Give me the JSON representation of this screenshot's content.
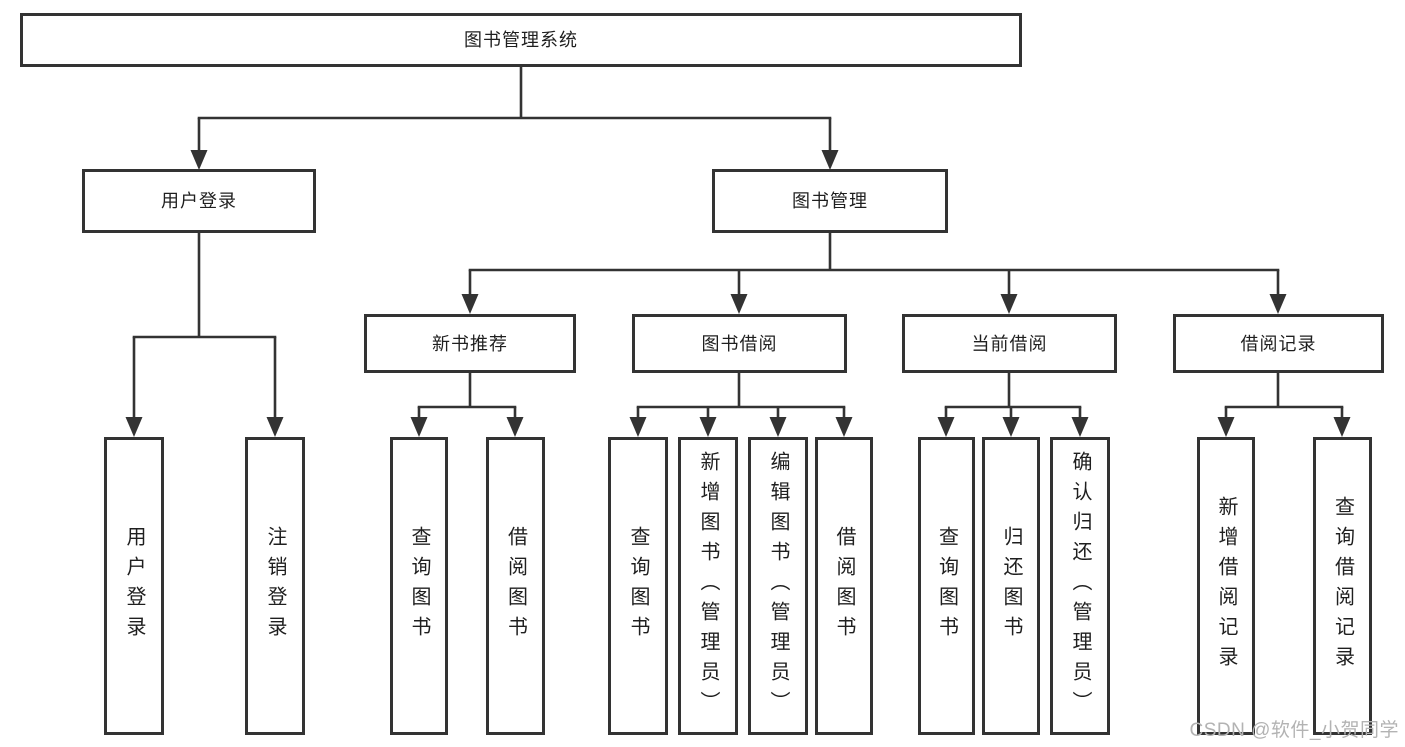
{
  "colors": {
    "background": "#ffffff",
    "line": "#333333",
    "text": "#1f1f1f",
    "watermark": "#b3b3b3"
  },
  "watermark": {
    "text": "CSDN @软件_小贺同学"
  },
  "tree": {
    "label": "图书管理系统",
    "children": [
      {
        "label": "用户登录",
        "children": [
          {
            "label": "用户登录"
          },
          {
            "label": "注销登录"
          }
        ]
      },
      {
        "label": "图书管理",
        "children": [
          {
            "label": "新书推荐",
            "children": [
              {
                "label": "查询图书"
              },
              {
                "label": "借阅图书"
              }
            ]
          },
          {
            "label": "图书借阅",
            "children": [
              {
                "label": "查询图书"
              },
              {
                "label": "新增图书（管理员）"
              },
              {
                "label": "编辑图书（管理员）"
              },
              {
                "label": "借阅图书"
              }
            ]
          },
          {
            "label": "当前借阅",
            "children": [
              {
                "label": "查询图书"
              },
              {
                "label": "归还图书"
              },
              {
                "label": "确认归还（管理员）"
              }
            ]
          },
          {
            "label": "借阅记录",
            "children": [
              {
                "label": "新增借阅记录"
              },
              {
                "label": "查询借阅记录"
              }
            ]
          }
        ]
      }
    ]
  }
}
